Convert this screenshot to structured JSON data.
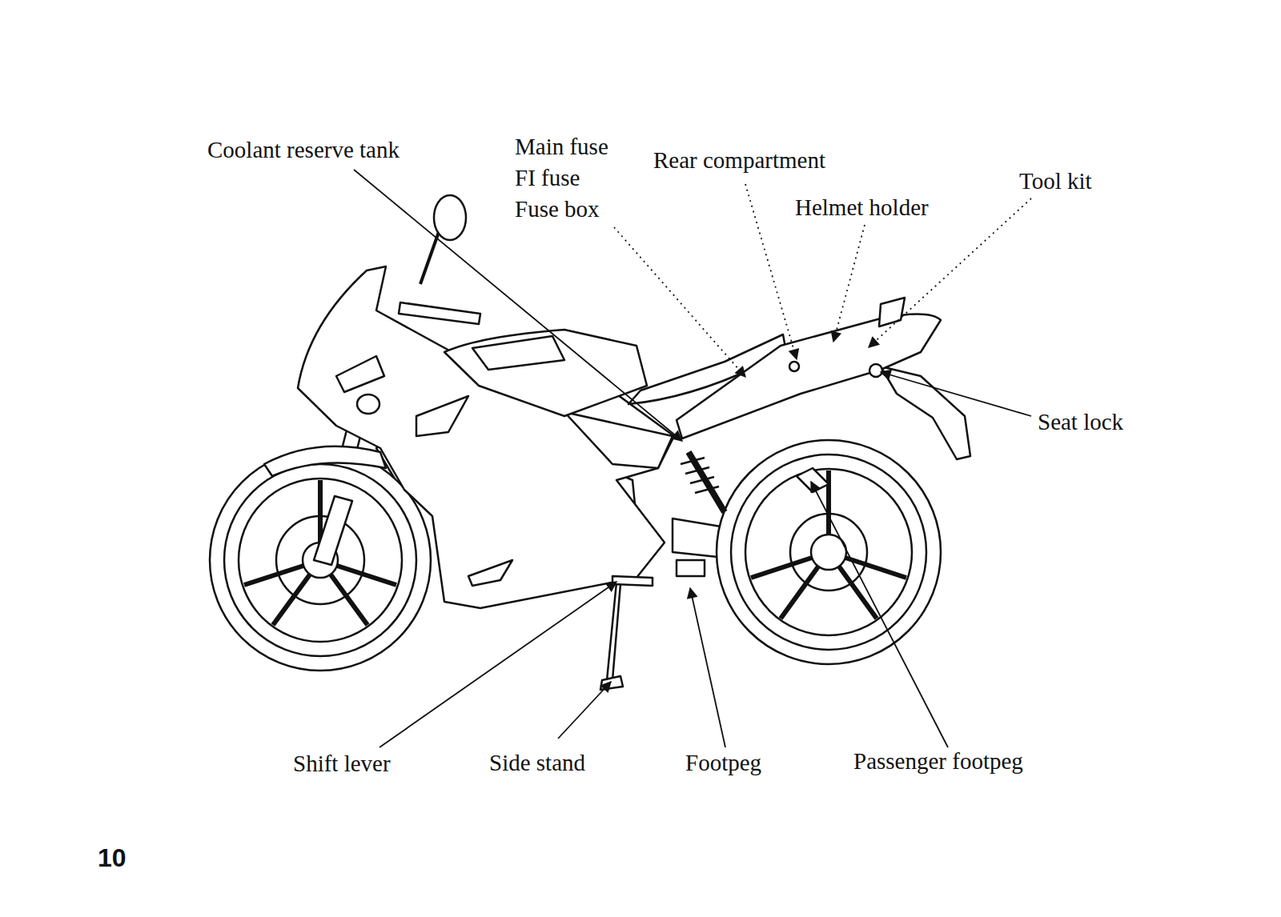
{
  "diagram": {
    "labels": [
      "Coolant reserve tank",
      "Main fuse",
      "FI fuse",
      "Fuse box",
      "Rear compartment",
      "Helmet holder",
      "Tool kit",
      "Seat lock",
      "Shift lever",
      "Side stand",
      "Footpeg",
      "Passenger footpeg",
      "10"
    ]
  }
}
